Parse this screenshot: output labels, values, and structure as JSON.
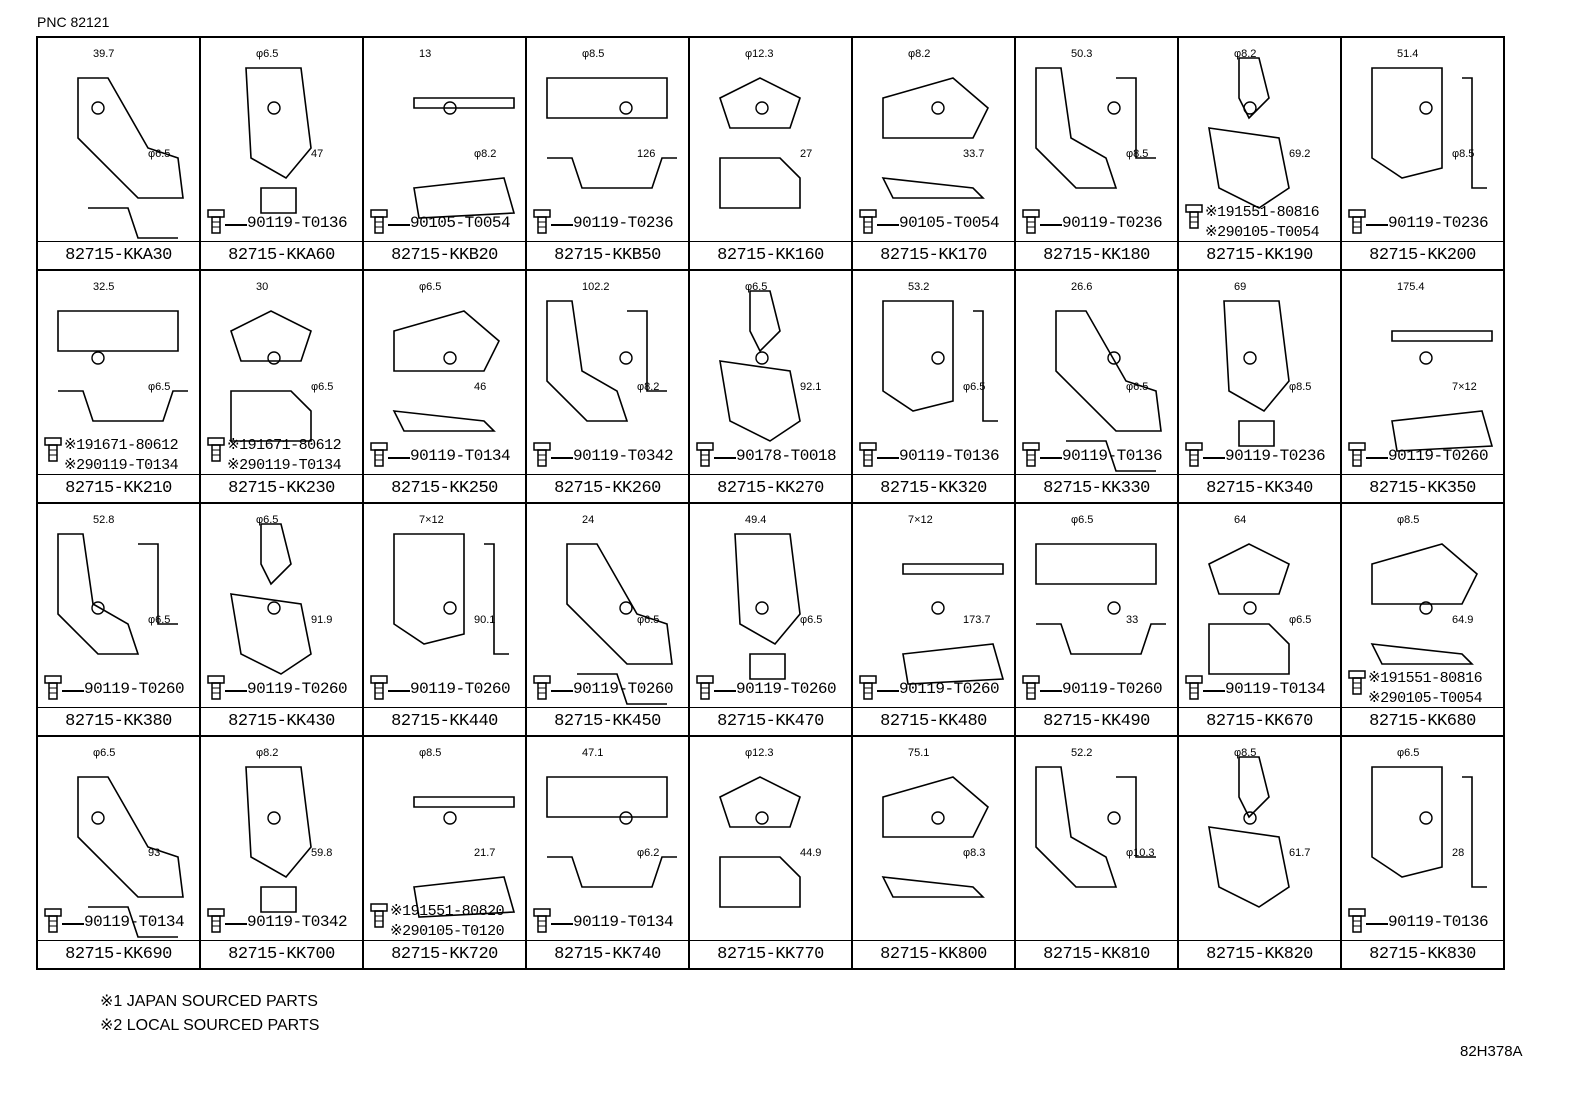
{
  "header": {
    "pnc": "PNC 82121"
  },
  "rows": [
    [
      {
        "pn": "82715-KKA30",
        "bolts": [],
        "dims": [
          "39.7",
          "φ6.5"
        ]
      },
      {
        "pn": "82715-KKA60",
        "bolts": [
          "90119-T0136"
        ],
        "dims": [
          "φ6.5",
          "47"
        ]
      },
      {
        "pn": "82715-KKB20",
        "bolts": [
          "90105-T0054"
        ],
        "dims": [
          "13",
          "φ8.2"
        ]
      },
      {
        "pn": "82715-KKB50",
        "bolts": [
          "90119-T0236"
        ],
        "dims": [
          "φ8.5",
          "126"
        ]
      },
      {
        "pn": "82715-KK160",
        "bolts": [],
        "dims": [
          "φ12.3",
          "27"
        ]
      },
      {
        "pn": "82715-KK170",
        "bolts": [
          "90105-T0054"
        ],
        "dims": [
          "φ8.2",
          "33.7"
        ]
      },
      {
        "pn": "82715-KK180",
        "bolts": [
          "90119-T0236"
        ],
        "dims": [
          "50.3",
          "φ8.5"
        ]
      },
      {
        "pn": "82715-KK190",
        "bolts": [
          "※191551-80816",
          "※290105-T0054"
        ],
        "dims": [
          "φ8.2",
          "69.2"
        ]
      },
      {
        "pn": "82715-KK200",
        "bolts": [
          "90119-T0236"
        ],
        "dims": [
          "51.4",
          "φ8.5"
        ]
      }
    ],
    [
      {
        "pn": "82715-KK210",
        "bolts": [
          "※191671-80612",
          "※290119-T0134"
        ],
        "dims": [
          "32.5",
          "φ6.5"
        ]
      },
      {
        "pn": "82715-KK230",
        "bolts": [
          "※191671-80612",
          "※290119-T0134"
        ],
        "dims": [
          "30",
          "φ6.5"
        ]
      },
      {
        "pn": "82715-KK250",
        "bolts": [
          "90119-T0134"
        ],
        "dims": [
          "φ6.5",
          "46"
        ]
      },
      {
        "pn": "82715-KK260",
        "bolts": [
          "90119-T0342"
        ],
        "dims": [
          "102.2",
          "φ8.2"
        ]
      },
      {
        "pn": "82715-KK270",
        "bolts": [
          "90178-T0018"
        ],
        "dims": [
          "φ6.5",
          "92.1"
        ]
      },
      {
        "pn": "82715-KK320",
        "bolts": [
          "90119-T0136"
        ],
        "dims": [
          "53.2",
          "φ6.5"
        ]
      },
      {
        "pn": "82715-KK330",
        "bolts": [
          "90119-T0136"
        ],
        "dims": [
          "26.6",
          "φ6.5"
        ]
      },
      {
        "pn": "82715-KK340",
        "bolts": [
          "90119-T0236"
        ],
        "dims": [
          "69",
          "φ8.5"
        ]
      },
      {
        "pn": "82715-KK350",
        "bolts": [
          "90119-T0260"
        ],
        "dims": [
          "175.4",
          "7×12"
        ]
      }
    ],
    [
      {
        "pn": "82715-KK380",
        "bolts": [
          "90119-T0260"
        ],
        "dims": [
          "52.8",
          "φ6.5"
        ]
      },
      {
        "pn": "82715-KK430",
        "bolts": [
          "90119-T0260"
        ],
        "dims": [
          "φ6.5",
          "91.9"
        ]
      },
      {
        "pn": "82715-KK440",
        "bolts": [
          "90119-T0260"
        ],
        "dims": [
          "7×12",
          "90.1"
        ]
      },
      {
        "pn": "82715-KK450",
        "bolts": [
          "90119-T0260"
        ],
        "dims": [
          "24",
          "φ6.5"
        ]
      },
      {
        "pn": "82715-KK470",
        "bolts": [
          "90119-T0260"
        ],
        "dims": [
          "49.4",
          "φ6.5"
        ]
      },
      {
        "pn": "82715-KK480",
        "bolts": [
          "90119-T0260"
        ],
        "dims": [
          "7×12",
          "173.7"
        ]
      },
      {
        "pn": "82715-KK490",
        "bolts": [
          "90119-T0260"
        ],
        "dims": [
          "φ6.5",
          "33"
        ]
      },
      {
        "pn": "82715-KK670",
        "bolts": [
          "90119-T0134"
        ],
        "dims": [
          "64",
          "φ6.5"
        ]
      },
      {
        "pn": "82715-KK680",
        "bolts": [
          "※191551-80816",
          "※290105-T0054"
        ],
        "dims": [
          "φ8.5",
          "64.9"
        ]
      }
    ],
    [
      {
        "pn": "82715-KK690",
        "bolts": [
          "90119-T0134"
        ],
        "dims": [
          "φ6.5",
          "93"
        ]
      },
      {
        "pn": "82715-KK700",
        "bolts": [
          "90119-T0342"
        ],
        "dims": [
          "φ8.2",
          "59.8"
        ]
      },
      {
        "pn": "82715-KK720",
        "bolts": [
          "※191551-80820",
          "※290105-T0120"
        ],
        "dims": [
          "φ8.5",
          "21.7"
        ]
      },
      {
        "pn": "82715-KK740",
        "bolts": [
          "90119-T0134"
        ],
        "dims": [
          "47.1",
          "φ6.2"
        ]
      },
      {
        "pn": "82715-KK770",
        "bolts": [],
        "dims": [
          "φ12.3",
          "44.9"
        ]
      },
      {
        "pn": "82715-KK800",
        "bolts": [],
        "dims": [
          "75.1",
          "φ8.3"
        ]
      },
      {
        "pn": "82715-KK810",
        "bolts": [],
        "dims": [
          "52.2",
          "φ10.3"
        ]
      },
      {
        "pn": "82715-KK820",
        "bolts": [],
        "dims": [
          "φ8.5",
          "61.7"
        ]
      },
      {
        "pn": "82715-KK830",
        "bolts": [
          "90119-T0136"
        ],
        "dims": [
          "φ6.5",
          "28"
        ]
      }
    ]
  ],
  "notes": [
    "※1 JAPAN SOURCED PARTS",
    "※2 LOCAL SOURCED PARTS"
  ],
  "drawing_code": "82H378A"
}
